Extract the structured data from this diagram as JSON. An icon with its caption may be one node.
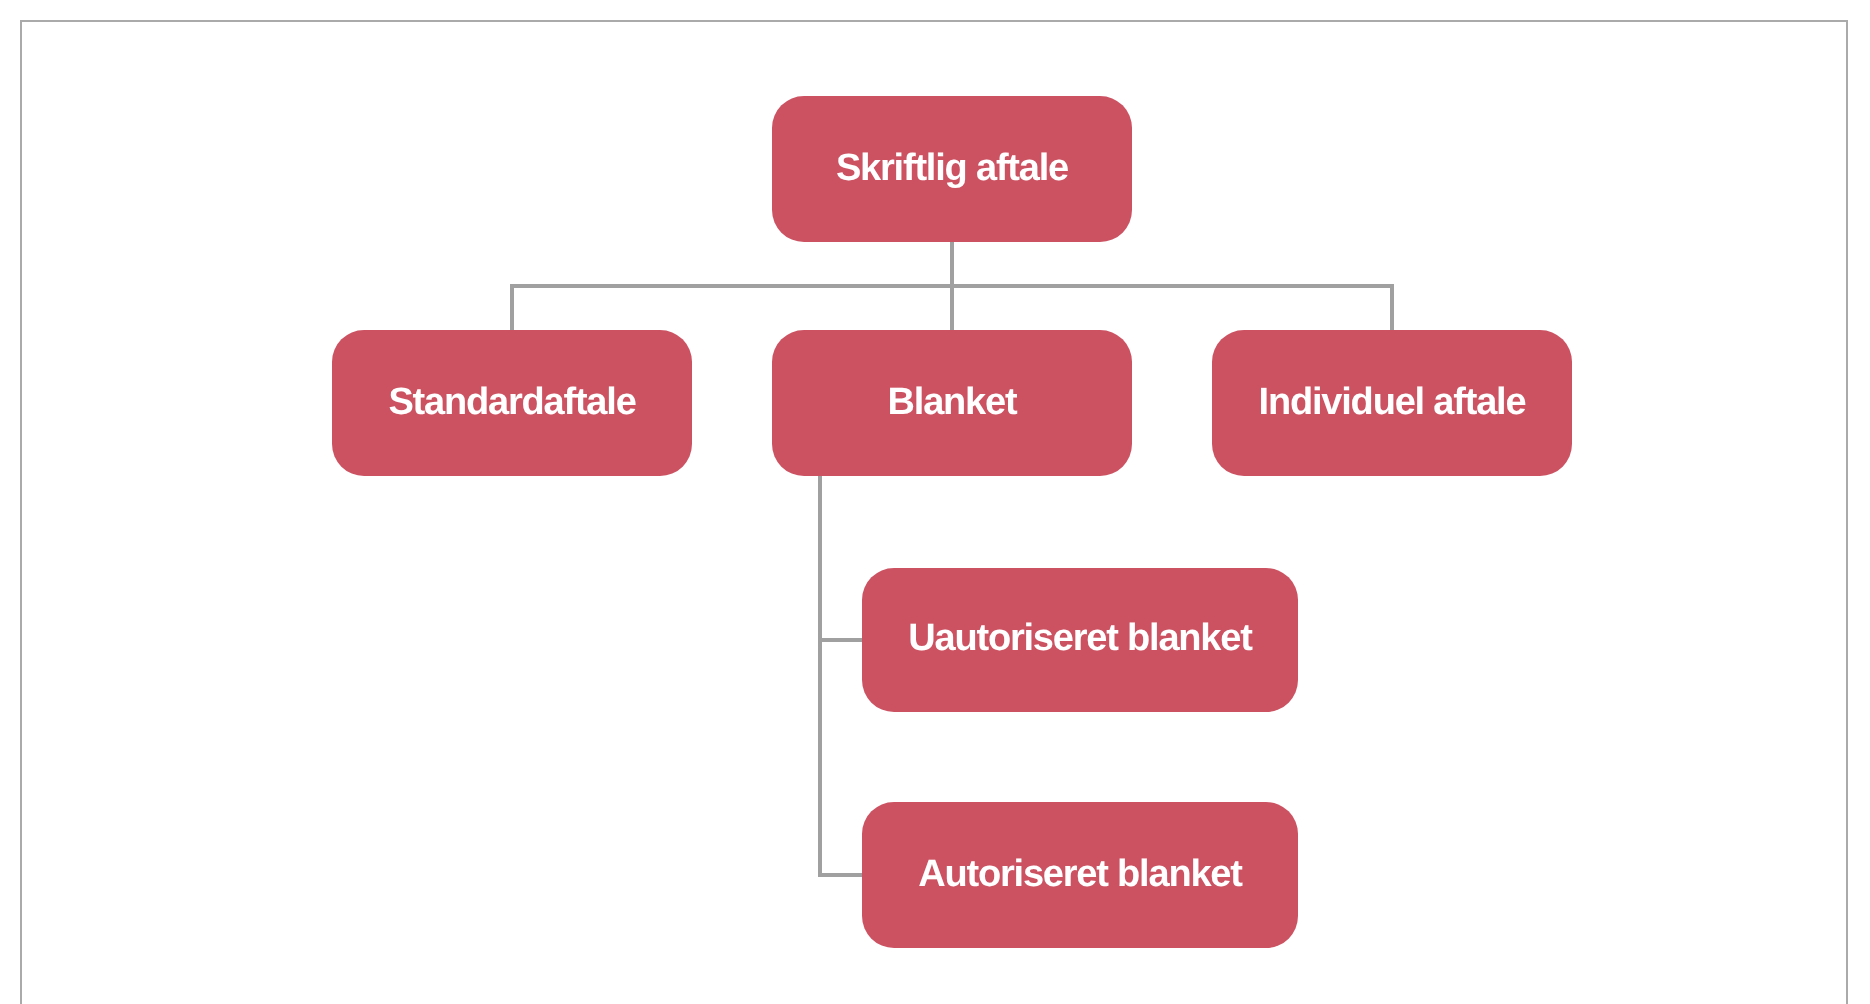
{
  "diagram": {
    "nodes": [
      {
        "text": [
          "Skriftlig aftale"
        ]
      },
      {
        "text": [
          "Standardaftale"
        ]
      },
      {
        "text": [
          "Blanket"
        ]
      },
      {
        "text": [
          "Individuel aftale"
        ]
      },
      {
        "text": [
          "Uautoriseret blanket"
        ]
      },
      {
        "text": [
          "Autoriseret blanket"
        ]
      }
    ],
    "edges": [
      {
        "from": 0,
        "to": 1,
        "arrow": "none"
      },
      {
        "from": 0,
        "to": 2,
        "arrow": "none"
      },
      {
        "from": 0,
        "to": 3,
        "arrow": "none"
      },
      {
        "from": 2,
        "to": 4,
        "arrow": "none"
      },
      {
        "from": 2,
        "to": 5,
        "arrow": "none"
      }
    ]
  }
}
